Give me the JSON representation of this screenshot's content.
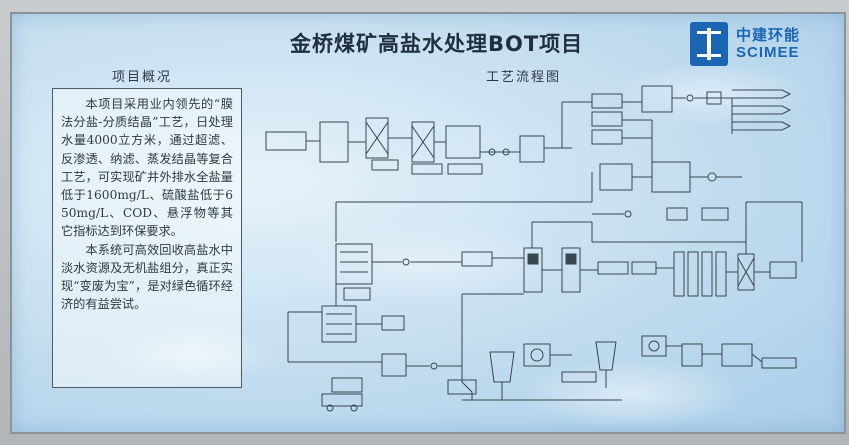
{
  "board": {
    "title": "金桥煤矿高盐水处理BOT项目",
    "logo": {
      "name_cn": "中建环能",
      "name_en": "SCIMEE",
      "icon": "scimee-logo-icon"
    }
  },
  "overview": {
    "heading": "项目概况",
    "paragraphs": [
      "本项目采用业内领先的“膜法分盐-分质结晶”工艺，日处理水量4000立方米，通过超滤、反渗透、纳滤、蒸发结晶等复合工艺，可实现矿井外排水全盐量低于1600mg/L、硫酸盐低于650mg/L、COD、悬浮物等其它指标达到环保要求。",
      "本系统可高效回收高盐水中淡水资源及无机盐组分，真正实现“变废为宝”，是对绿色循环经济的有益尝试。"
    ]
  },
  "flow": {
    "heading": "工艺流程图",
    "icon": "process-flow-diagram"
  },
  "colors": {
    "board_background": "#c8e0f1",
    "title_text": "#1f2f3e",
    "logo_blue": "#1b66b3",
    "diagram_line": "#3a4650"
  }
}
